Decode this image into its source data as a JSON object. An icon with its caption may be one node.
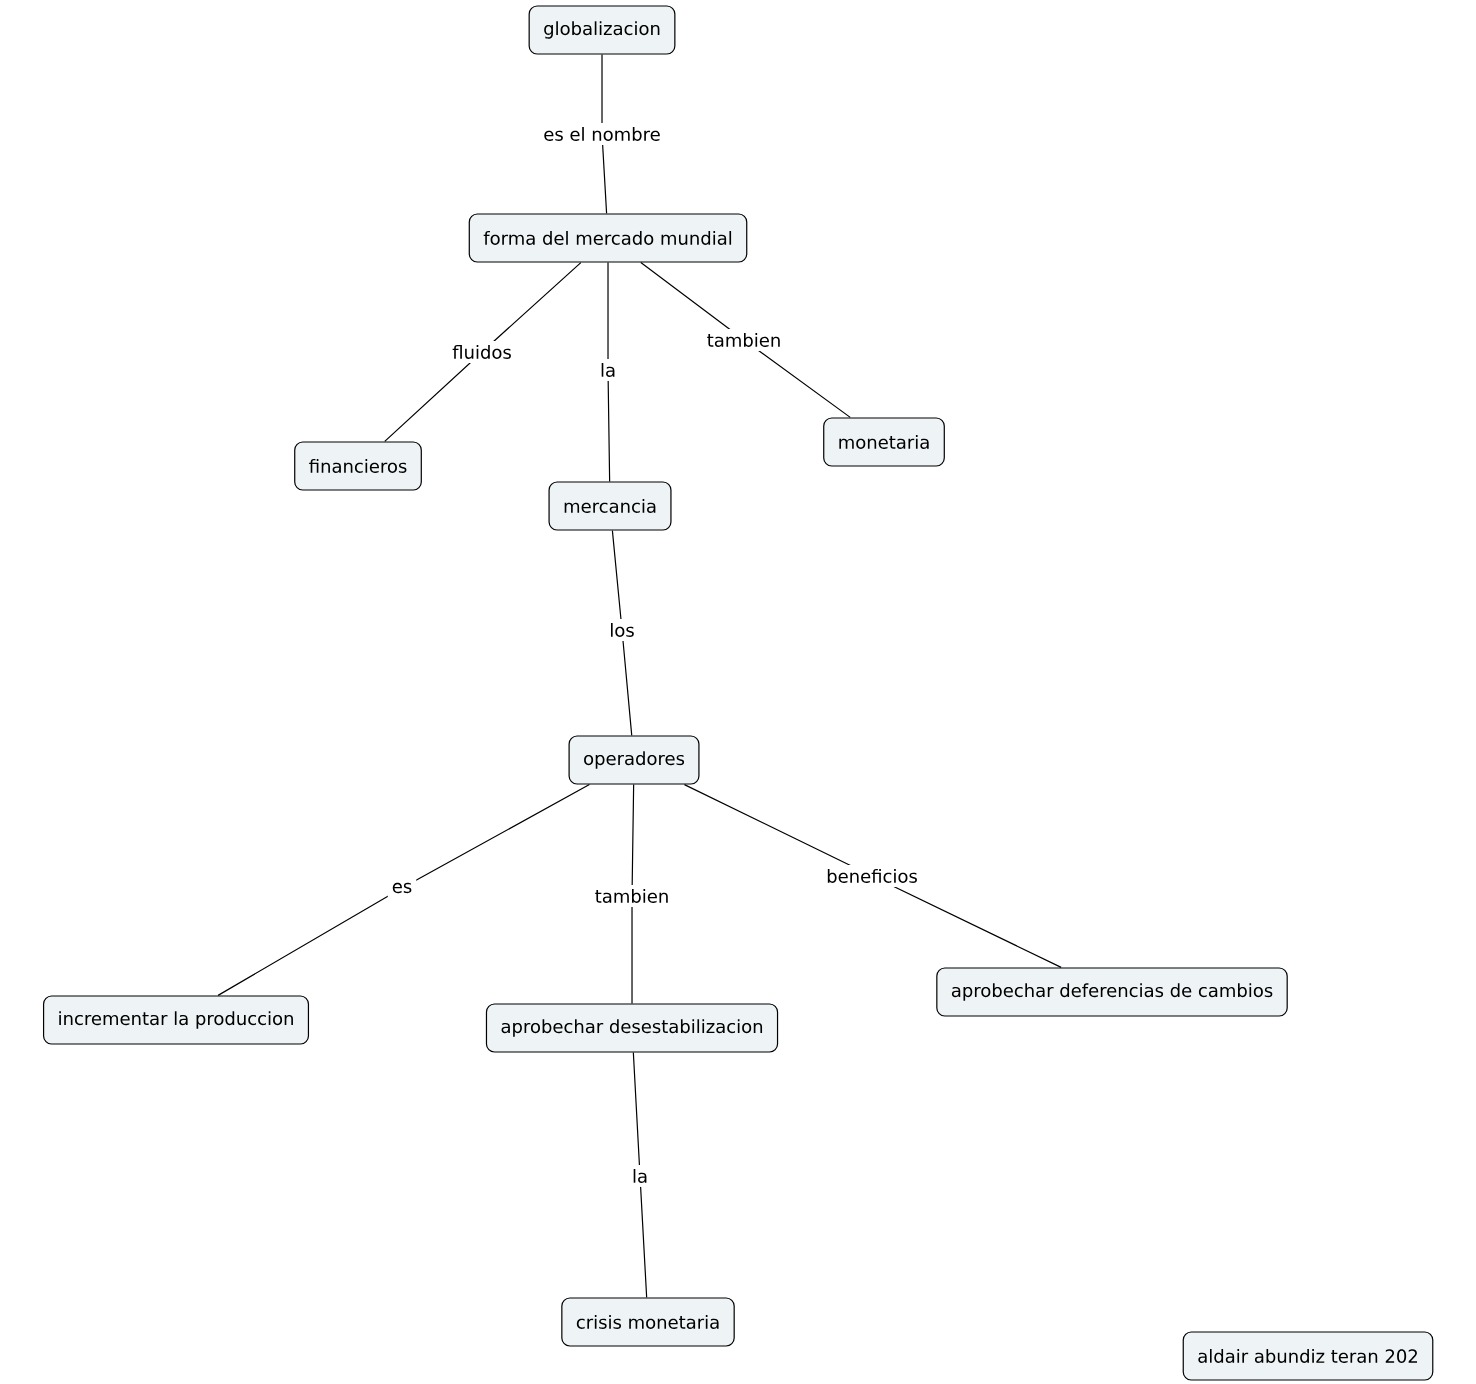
{
  "diagram": {
    "nodes": [
      {
        "text": [
          "globalizacion"
        ]
      },
      {
        "text": [
          "forma del mercado mundial"
        ]
      },
      {
        "text": [
          "financieros"
        ]
      },
      {
        "text": [
          "mercancia"
        ]
      },
      {
        "text": [
          "monetaria"
        ]
      },
      {
        "text": [
          "operadores"
        ]
      },
      {
        "text": [
          "incrementar la produccion"
        ]
      },
      {
        "text": [
          "aprobechar desestabilizacion"
        ]
      },
      {
        "text": [
          "aprobechar deferencias de cambios"
        ]
      },
      {
        "text": [
          "crisis monetaria"
        ]
      },
      {
        "text": [
          "aldair abundiz teran 202"
        ]
      }
    ],
    "edges": [
      {
        "from": 0,
        "to": 1,
        "arrow": "none",
        "label": "es el nombre"
      },
      {
        "from": 1,
        "to": 2,
        "arrow": "none",
        "label": "fluidos"
      },
      {
        "from": 1,
        "to": 3,
        "arrow": "none",
        "label": "la"
      },
      {
        "from": 1,
        "to": 4,
        "arrow": "none",
        "label": "tambien"
      },
      {
        "from": 3,
        "to": 5,
        "arrow": "none",
        "label": "los"
      },
      {
        "from": 5,
        "to": 6,
        "arrow": "none",
        "label": "es"
      },
      {
        "from": 5,
        "to": 7,
        "arrow": "none",
        "label": "tambien"
      },
      {
        "from": 5,
        "to": 8,
        "arrow": "none",
        "label": "beneficios"
      },
      {
        "from": 7,
        "to": 9,
        "arrow": "none",
        "label": "la"
      }
    ]
  }
}
